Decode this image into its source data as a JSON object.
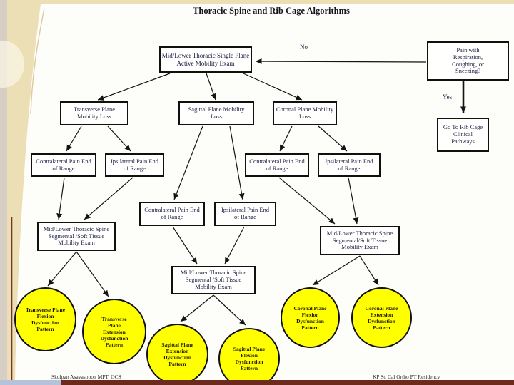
{
  "slide": {
    "title": "Thoracic Spine and Rib Cage Algorithms",
    "footer_left": "Skulpan Asavasopon MPT, OCS",
    "footer_right": "KP So Cal Ortho PT Residency"
  },
  "decision_labels": {
    "no": "No",
    "yes": "Yes"
  },
  "nodes": {
    "single_plane_exam": "Mid/Lower Thoracic Single Plane Active Mobility Exam",
    "pain_respiration": "Pain with Respiration, Coughing, or Sneezing?",
    "go_to_rib_cage": "Go To Rib Cage Clinical Pathways",
    "transverse_loss": "Transverse Plane Mobility Loss",
    "sagittal_loss": "Sagittal Plane Mobility Loss",
    "coronal_loss": "Coronal Plane Mobility Loss",
    "contralateral_left": "Contralateral Pain End of Range",
    "ipsilateral_left": "Ipsilateral Pain End of Range",
    "contralateral_mid": "Contralateral Pain End of Range",
    "ipsilateral_mid": "Ipsilateral Pain End of Range",
    "contralateral_right": "Contralateral Pain End of Range",
    "ipsilateral_right": "Ipsilateral Pain End of Range",
    "segmental_exam_left": "Mid/Lower Thoracic Spine Segmental /Soft Tissue Mobility Exam",
    "segmental_exam_mid": "Mid/Lower Thoracic Spine Segmental /Soft Tissue Mobility Exam",
    "segmental_exam_right": "Mid/Lower Thoracic Spine Segmental/Soft Tissue Mobility Exam"
  },
  "outcomes": {
    "transverse_flexion": "Transverse Plane Flexion Dysfunction Pattern",
    "transverse_extension": "Transverse Plane Extension Dysfunction Pattern",
    "sagittal_extension": "Sagittal Plane Extension Dysfunction Pattern",
    "sagittal_flexion": "Sagittal Plane Flexion Dysfunction Pattern",
    "coronal_flexion": "Coronal Plane Flexion Dysfunction Pattern",
    "coronal_extension": "Coronal Plane Extension Dysfunction Pattern"
  },
  "colors": {
    "outcome_fill": "#ffff00",
    "node_border": "#101010",
    "node_text": "#1d1d46",
    "slide_bg": "#fdfdf9",
    "backdrop": "#ecdfb6",
    "bottom_bar": "#6b2a1c",
    "bottom_bar_left": "#b6c1da"
  }
}
